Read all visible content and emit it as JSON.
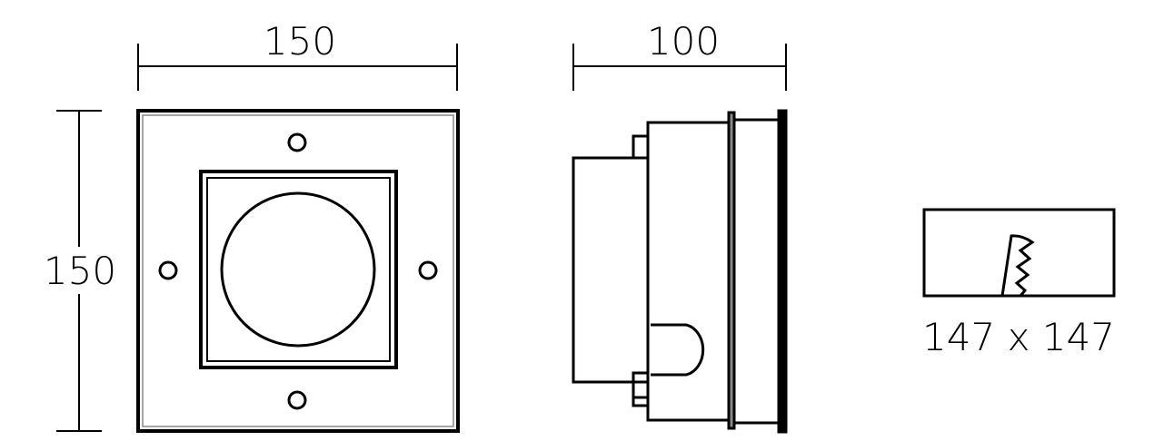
{
  "front_view": {
    "width_label": "150",
    "height_label": "150"
  },
  "side_view": {
    "depth_label": "100"
  },
  "cutout": {
    "label": "147 x 147"
  },
  "colors": {
    "line": "#000000",
    "flange": "#888888"
  }
}
